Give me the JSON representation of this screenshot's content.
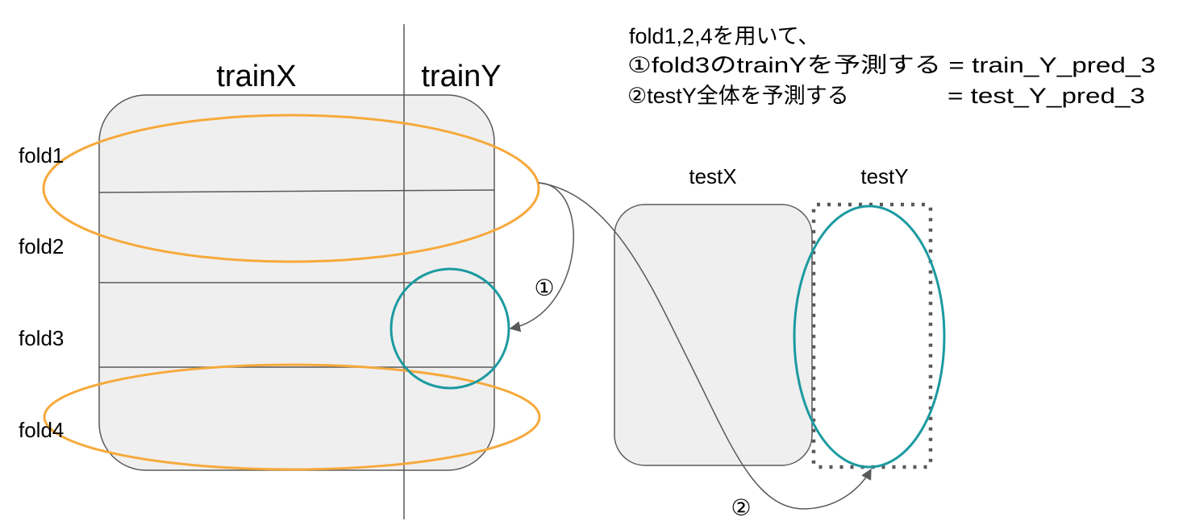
{
  "headers": {
    "train_x": "trainX",
    "train_y": "trainY",
    "test_x": "testX",
    "test_y": "testY"
  },
  "folds": [
    "fold1",
    "fold2",
    "fold3",
    "fold4"
  ],
  "instructions": {
    "line1": "fold1,2,4を用いて、",
    "line2": "①fold3のtrainYを予測する = train_Y_pred_3",
    "line3_left": "②testY全体を予測する",
    "line3_right": "= test_Y_pred_3"
  },
  "arrow_markers": {
    "step1": "①",
    "step2": "②"
  },
  "colors": {
    "box_fill": "#efefef",
    "box_stroke": "#595959",
    "orange": "#f6a93b",
    "teal": "#1b9aa0",
    "dotted": "#595959",
    "arrow": "#595959"
  }
}
